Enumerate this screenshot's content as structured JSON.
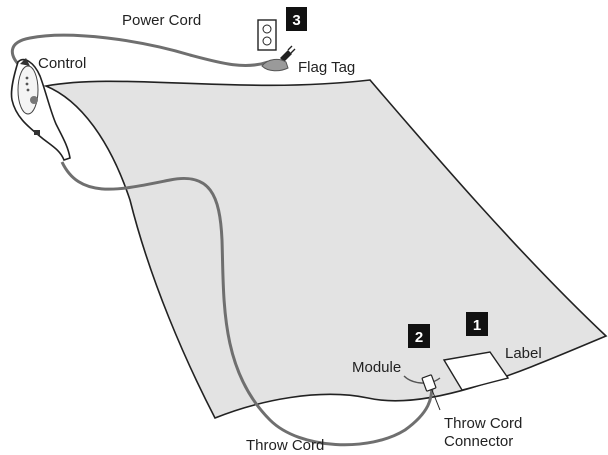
{
  "labels": {
    "power_cord": "Power Cord",
    "control": "Control",
    "flag_tag": "Flag Tag",
    "module": "Module",
    "label": "Label",
    "throw_cord": "Throw Cord",
    "throw_cord_connector_line1": "Throw Cord",
    "throw_cord_connector_line2": "Connector"
  },
  "badges": {
    "step_1": "1",
    "step_2": "2",
    "step_3": "3"
  },
  "colors": {
    "blanket_fill": "#e3e3e3",
    "cord": "#6f6f6f",
    "badge_bg": "#111111",
    "outline": "#222222"
  },
  "icons": {
    "outlet": "wall-outlet-icon",
    "plug": "plug-icon",
    "controller": "hand-control-icon"
  }
}
